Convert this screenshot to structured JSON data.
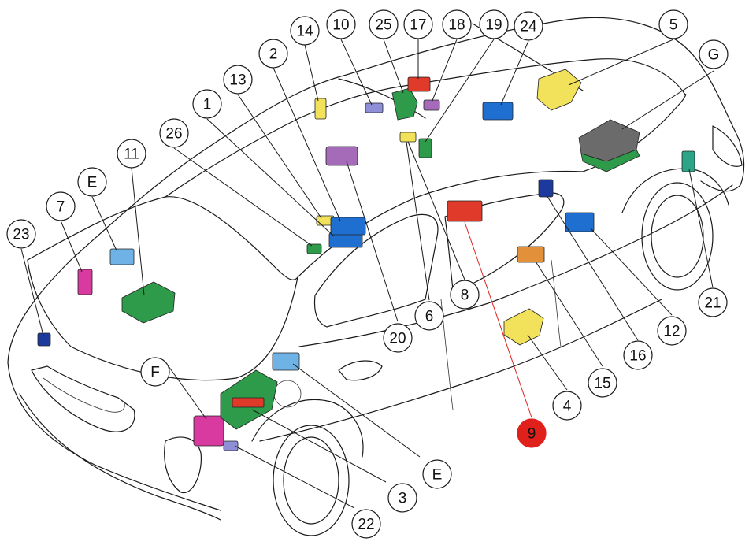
{
  "colors": {
    "highlight": "#e0201b",
    "blue": "#1f6fd1",
    "light_blue": "#6fb3e6",
    "green": "#2e9b4a",
    "magenta": "#d83aa0",
    "yellow": "#f2e15a",
    "red": "#e03a2a",
    "purple": "#a56ab8",
    "orange": "#e2913a",
    "grey": "#6b6b6b",
    "teal": "#2ba586",
    "navy": "#1c3a9e",
    "lavender": "#8f8fd8"
  },
  "callouts": [
    {
      "label": "23",
      "highlight": false
    },
    {
      "label": "7",
      "highlight": false
    },
    {
      "label": "E",
      "highlight": false
    },
    {
      "label": "11",
      "highlight": false
    },
    {
      "label": "26",
      "highlight": false
    },
    {
      "label": "1",
      "highlight": false
    },
    {
      "label": "13",
      "highlight": false
    },
    {
      "label": "2",
      "highlight": false
    },
    {
      "label": "14",
      "highlight": false
    },
    {
      "label": "10",
      "highlight": false
    },
    {
      "label": "25",
      "highlight": false
    },
    {
      "label": "17",
      "highlight": false
    },
    {
      "label": "18",
      "highlight": false
    },
    {
      "label": "19",
      "highlight": false
    },
    {
      "label": "24",
      "highlight": false
    },
    {
      "label": "5",
      "highlight": false
    },
    {
      "label": "G",
      "highlight": false
    },
    {
      "label": "21",
      "highlight": false
    },
    {
      "label": "12",
      "highlight": false
    },
    {
      "label": "16",
      "highlight": false
    },
    {
      "label": "15",
      "highlight": false
    },
    {
      "label": "4",
      "highlight": false
    },
    {
      "label": "9",
      "highlight": true
    },
    {
      "label": "8",
      "highlight": false
    },
    {
      "label": "6",
      "highlight": false
    },
    {
      "label": "20",
      "highlight": false
    },
    {
      "label": "F",
      "highlight": false
    },
    {
      "label": "E",
      "highlight": false
    },
    {
      "label": "3",
      "highlight": false
    },
    {
      "label": "22",
      "highlight": false
    }
  ]
}
